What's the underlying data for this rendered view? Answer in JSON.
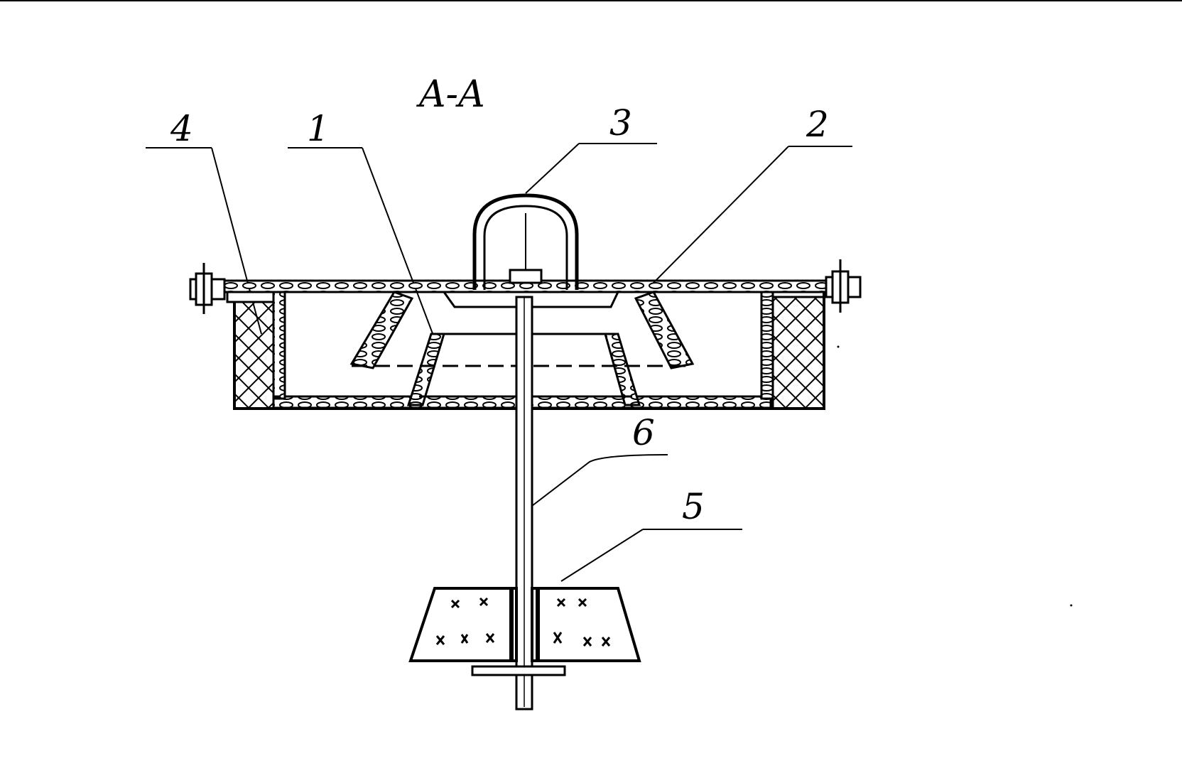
{
  "drawing": {
    "section_title": "A-A",
    "callouts": [
      {
        "id": "callout-4",
        "text": "4"
      },
      {
        "id": "callout-1",
        "text": "1"
      },
      {
        "id": "callout-3",
        "text": "3"
      },
      {
        "id": "callout-2",
        "text": "2"
      },
      {
        "id": "callout-6",
        "text": "6"
      },
      {
        "id": "callout-5",
        "text": "5"
      }
    ]
  },
  "colors": {
    "ink": "#000000",
    "paper": "#ffffff"
  }
}
